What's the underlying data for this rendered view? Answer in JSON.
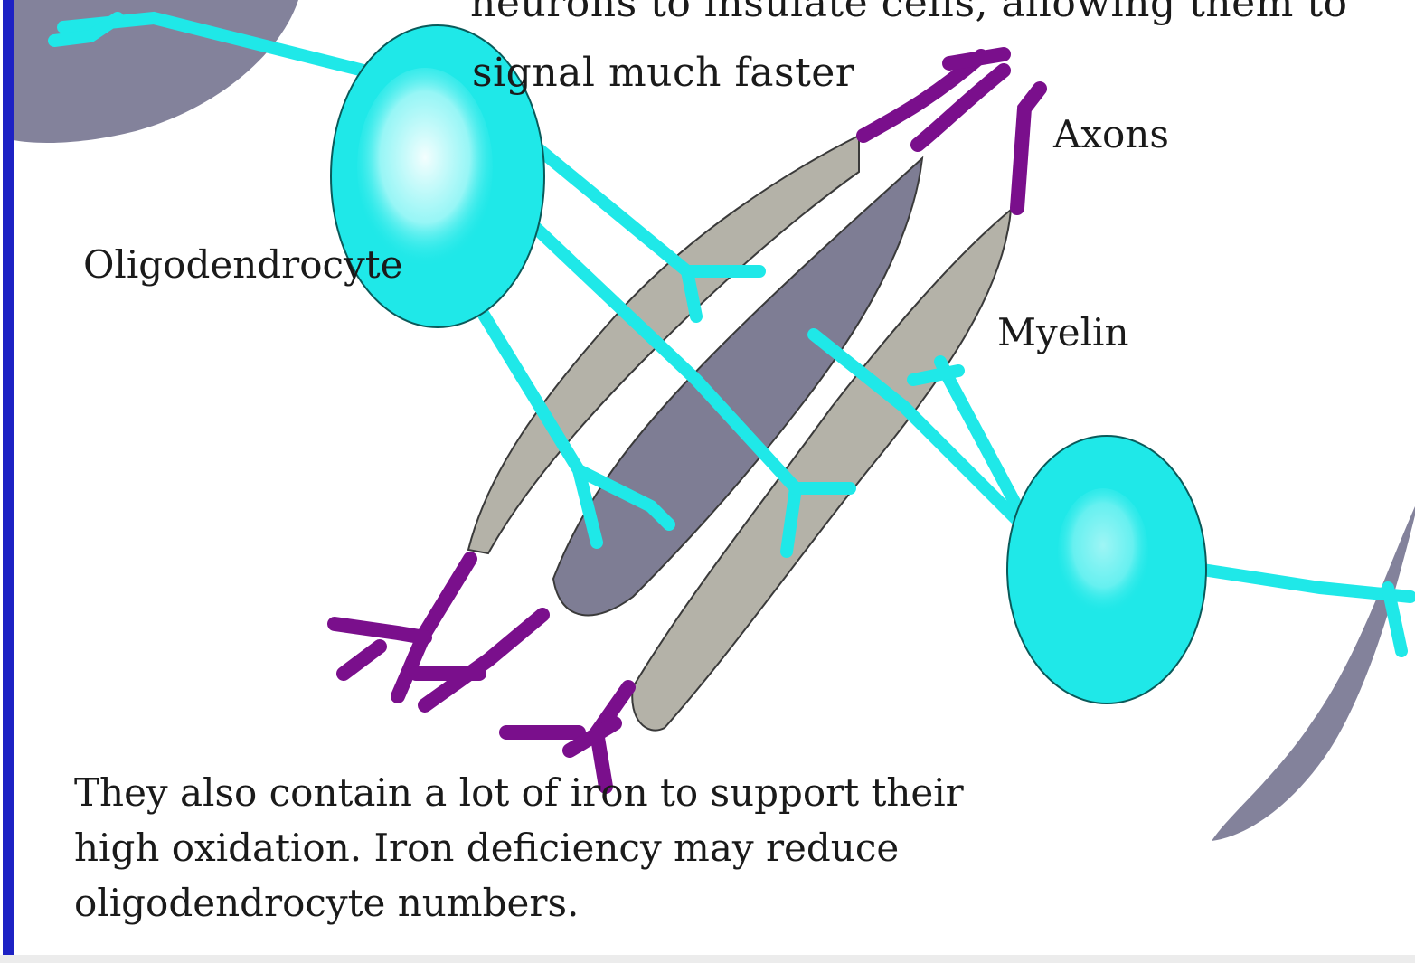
{
  "intro": {
    "line1": "neurons to insulate cells, allowing them to",
    "line2": "signal much faster"
  },
  "labels": {
    "oligodendrocyte": "Oligodendrocyte",
    "axons": "Axons",
    "myelin": "Myelin"
  },
  "caption": {
    "line1": "They also contain a lot of iron to support their",
    "line2": "high oxidation.  Iron deficiency may  reduce",
    "line3": "oligodendrocyte numbers."
  },
  "colors": {
    "cell": "#1fe8e8",
    "cell_outline": "#0a5a5a",
    "axon": "#7a0f8c",
    "myelin_light": "#b4b2a8",
    "myelin_dark": "#7e7d94",
    "border": "#1d22c4"
  }
}
